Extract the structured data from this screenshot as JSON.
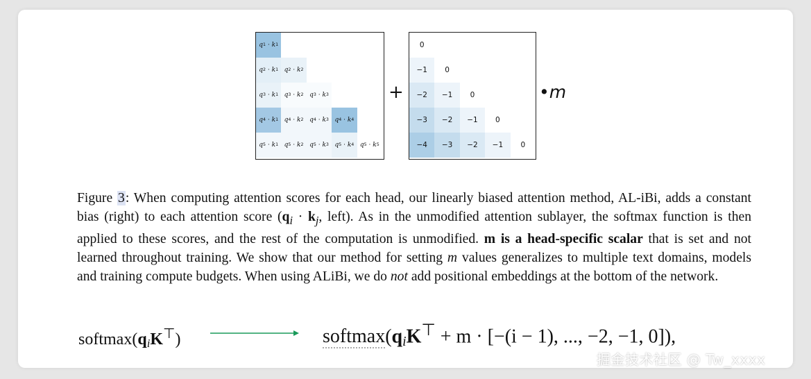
{
  "left_matrix": {
    "rows": [
      [
        {
          "a": "1",
          "b": "1",
          "shade": 0.55
        }
      ],
      [
        {
          "a": "2",
          "b": "1",
          "shade": 0.15
        },
        {
          "a": "2",
          "b": "2",
          "shade": 0.12
        }
      ],
      [
        {
          "a": "3",
          "b": "1",
          "shade": 0.12
        },
        {
          "a": "3",
          "b": "2",
          "shade": 0.04
        },
        {
          "a": "3",
          "b": "3",
          "shade": 0.04
        }
      ],
      [
        {
          "a": "4",
          "b": "1",
          "shade": 0.5
        },
        {
          "a": "4",
          "b": "2",
          "shade": 0.07
        },
        {
          "a": "4",
          "b": "3",
          "shade": 0.07
        },
        {
          "a": "4",
          "b": "4",
          "shade": 0.55
        }
      ],
      [
        {
          "a": "5",
          "b": "1",
          "shade": 0.07
        },
        {
          "a": "5",
          "b": "2",
          "shade": 0.07
        },
        {
          "a": "5",
          "b": "3",
          "shade": 0.07
        },
        {
          "a": "5",
          "b": "4",
          "shade": 0.12
        },
        {
          "a": "5",
          "b": "5",
          "shade": 0.0
        }
      ]
    ]
  },
  "right_matrix": {
    "rows": [
      [
        {
          "v": "0",
          "shade": 0.0
        }
      ],
      [
        {
          "v": "−1",
          "shade": 0.1
        },
        {
          "v": "0",
          "shade": 0.0
        }
      ],
      [
        {
          "v": "−2",
          "shade": 0.2
        },
        {
          "v": "−1",
          "shade": 0.1
        },
        {
          "v": "0",
          "shade": 0.0
        }
      ],
      [
        {
          "v": "−3",
          "shade": 0.32
        },
        {
          "v": "−2",
          "shade": 0.2
        },
        {
          "v": "−1",
          "shade": 0.1
        },
        {
          "v": "0",
          "shade": 0.0
        }
      ],
      [
        {
          "v": "−4",
          "shade": 0.45
        },
        {
          "v": "−3",
          "shade": 0.32
        },
        {
          "v": "−2",
          "shade": 0.2
        },
        {
          "v": "−1",
          "shade": 0.1
        },
        {
          "v": "0",
          "shade": 0.0
        }
      ]
    ]
  },
  "operators": {
    "plus": "+",
    "times_m": "m"
  },
  "caption": {
    "lead": "Figure ",
    "ref": "3",
    "p1": ": When computing attention scores for each head, our linearly biased attention method, AL-iBi, adds a constant bias (right) to each attention score (",
    "p2": ", left). As in the unmodified attention sublayer, the softmax function is then applied to these scores, and the rest of the computation is unmodified. ",
    "bold": "m is a head-specific scalar",
    "p3": " that is set and not learned throughout training. We show that our method for setting ",
    "m": "m",
    "p4": " values generalizes to multiple text domains, models and training compute budgets. When using ALiBi, we do ",
    "not": "not",
    "p5": " add positional embeddings at the bottom of the network."
  },
  "equation_left": {
    "fn": "softmax"
  },
  "equation_right": {
    "fn": "softmax",
    "tail": " + m · [−(i − 1), ..., −2, −1, 0]),"
  },
  "arrow_color": "#1a9a5a",
  "watermark": "掘金技术社区 @ Tw_xxxx"
}
